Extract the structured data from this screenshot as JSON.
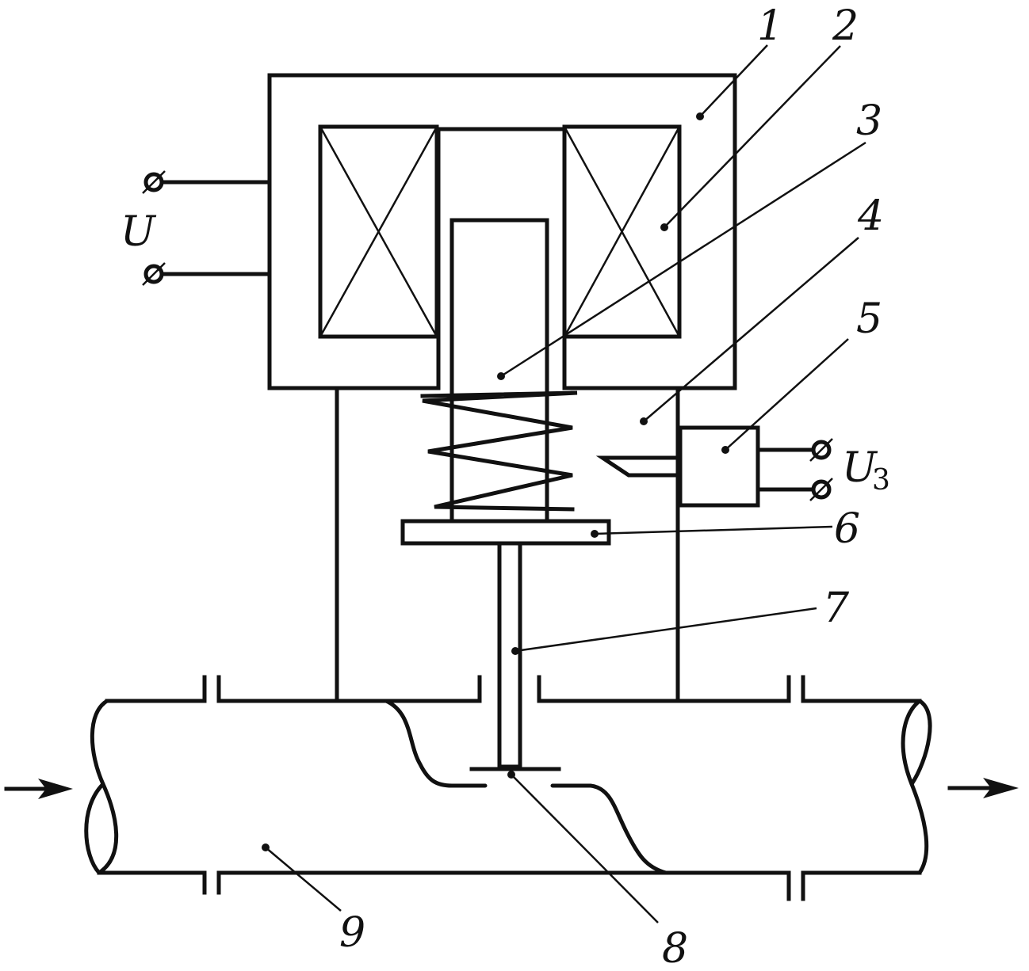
{
  "labels": {
    "l1": "1",
    "l2": "2",
    "l3": "3",
    "l4": "4",
    "l5": "5",
    "l6": "6",
    "l7": "7",
    "l8": "8",
    "l9": "9"
  },
  "voltage_main": "U",
  "voltage_sensor": "U",
  "voltage_sensor_subscript": "3"
}
